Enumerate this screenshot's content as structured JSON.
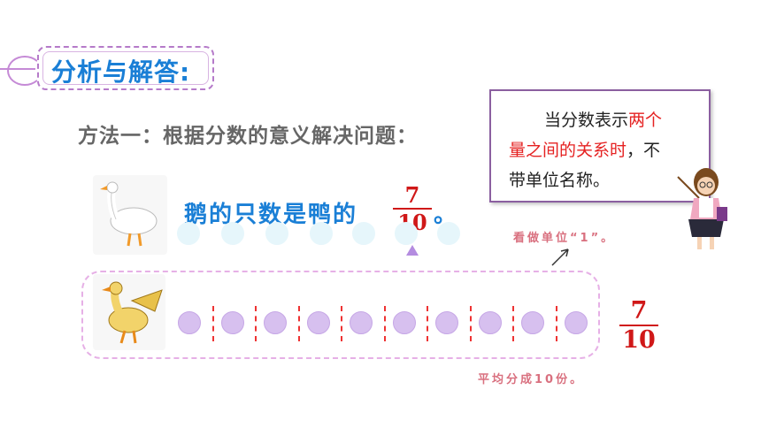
{
  "title": "分析与解答:",
  "method": "方法一：根据分数的意义解决问题：",
  "speech": {
    "line1_pre": "当分数表示",
    "line1_red": "两个",
    "line2_red": "量之间的关系时",
    "line2_post": "，不",
    "line3": "带单位名称。"
  },
  "sentence": {
    "pre": "鹅的只数是鸭的",
    "post": "。",
    "fraction": {
      "numerator": "7",
      "denominator": "10"
    }
  },
  "side_fraction": {
    "numerator": "7",
    "denominator": "10"
  },
  "notes": {
    "unit_note": "看做单位“1”。",
    "equal_note": "平均分成10份。"
  },
  "goose_circle_count": 7,
  "duck_circle_count": 10,
  "colors": {
    "title_blue": "#1a7fd6",
    "fraction_red": "#d01818",
    "circle_purple": "#d7c0ef",
    "note_pink": "#d9707f"
  },
  "icons": [
    "goose-image",
    "duck-image",
    "teacher-figure",
    "arrow-icon",
    "triangle-pointer-icon"
  ]
}
